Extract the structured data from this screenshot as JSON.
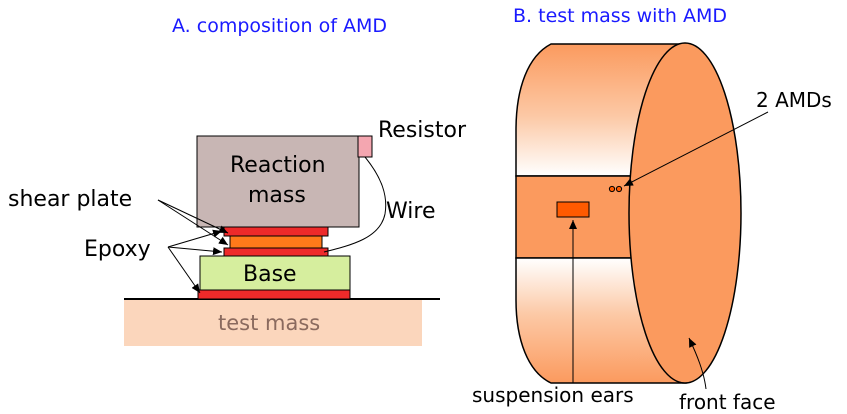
{
  "panel_a": {
    "title": "A. composition of AMD",
    "labels": {
      "reaction_mass_line1": "Reaction",
      "reaction_mass_line2": "mass",
      "resistor": "Resistor",
      "wire": "Wire",
      "shear_plate": "shear plate",
      "epoxy": "Epoxy",
      "base": "Base",
      "test_mass": "test mass"
    }
  },
  "panel_b": {
    "title": "B. test mass with AMD",
    "labels": {
      "amds": "2 AMDs",
      "suspension_ears": "suspension ears",
      "front_face": "front face"
    }
  },
  "colors": {
    "title_blue": "#1a1aff",
    "reaction_mass": "#c8b6b4",
    "resistor": "#f4a6b0",
    "epoxy_red": "#ee2a2a",
    "shear_plate_orange": "#ff7a1a",
    "base_green": "#d6ee9e",
    "test_mass_peach": "#fbd6bc",
    "test_mass_label": "#8a6a5e",
    "cylinder_orange": "#fb9a5e",
    "ear_orange": "#ff5a00"
  }
}
